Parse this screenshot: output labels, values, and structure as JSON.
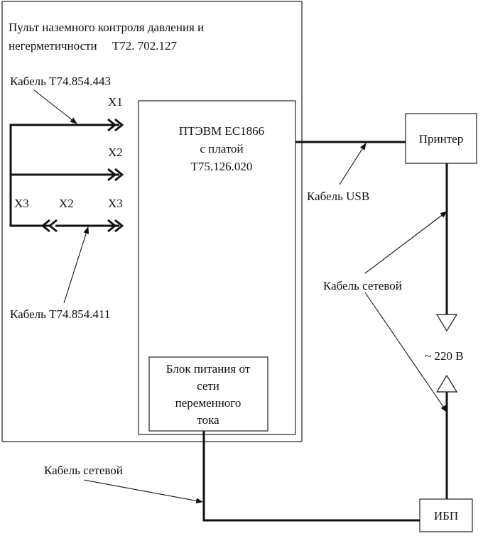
{
  "panel": {
    "title_line1": "Пульт наземного контроля давления и",
    "title_line2": "негерметичности     Т72. 702.127"
  },
  "computer": {
    "line1": "ПТЭВМ ЕС1866",
    "line2": "с платой",
    "line3": "Т75.126.020"
  },
  "power_block": {
    "line1": "Блок питания от",
    "line2": "сети",
    "line3": "переменного",
    "line4": "тока"
  },
  "printer": {
    "label": "Принтер"
  },
  "ups": {
    "label": "ИБП"
  },
  "mains": {
    "label": "~ 220 В"
  },
  "connectors": {
    "x1": "X1",
    "x2_top": "X2",
    "x3_left": "X3",
    "x2_mid": "X2",
    "x3_right": "X3"
  },
  "cables": {
    "cable_443": "Кабель Т74.854.443",
    "cable_411": "Кабель Т74.854.411",
    "cable_usb": "Кабель USB",
    "cable_net_right": "Кабель сетевой",
    "cable_net_bottom": "Кабель сетевой"
  }
}
